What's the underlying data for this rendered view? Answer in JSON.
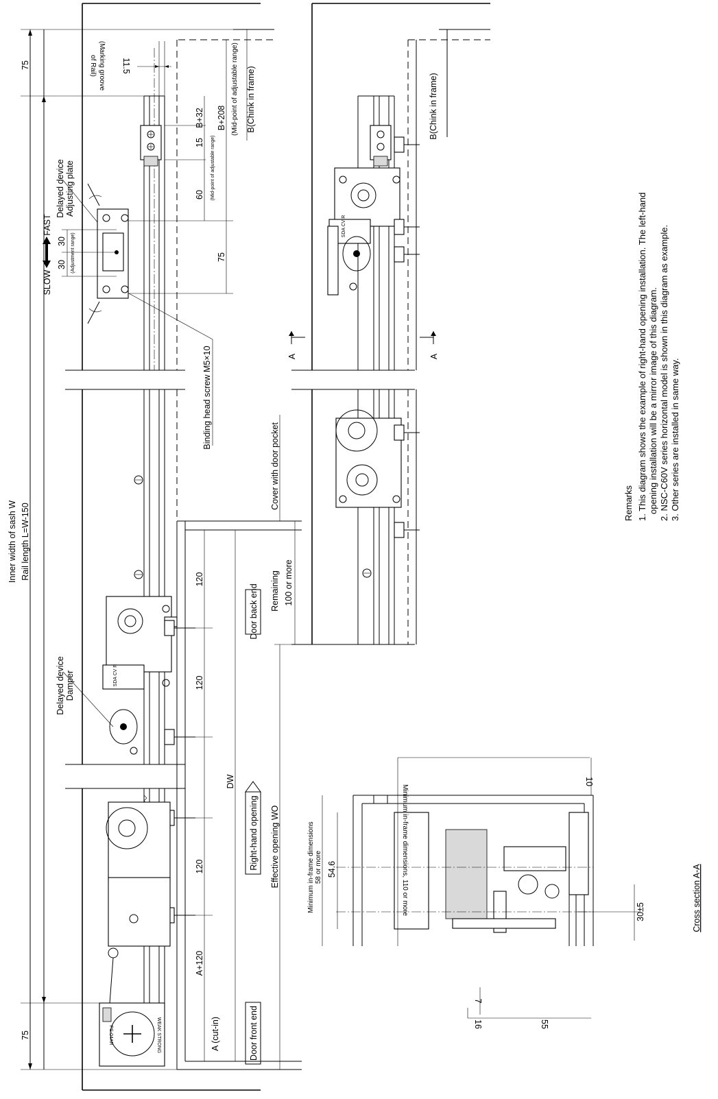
{
  "labels": {
    "inner_width": "Inner width of sash W",
    "rail_length": "Rail length L=W-150",
    "dim_75": "75",
    "marking_groove_1": "(Marking groove",
    "marking_groove_2": "of Rail)",
    "dim_11_5": "11.5",
    "delayed_device_1": "Delayed device",
    "adjusting_plate": "Adjusting plate",
    "slow": "SLOW",
    "fast": "FAST",
    "dim_30": "30",
    "adjustment_range": "(Adjustment range)",
    "dim_b32": "B+32",
    "dim_15": "15",
    "dim_b208": "B+208",
    "mid_point_range": "(Mid-point of adjustable range)",
    "chink_in_frame": "B(Chink in frame)",
    "dim_60": "60",
    "binding_head_screw": "Binding head screw M5×10",
    "cover_with_door_pocket": "Cover with door pocket",
    "delayed_device_2": "Delayed device",
    "damper": "Damper",
    "dim_120": "120",
    "door_back_end": "Door back end",
    "remaining": "Remaining",
    "hundred_or_more": "100 or more",
    "dw": "DW",
    "right_hand_opening": "Right-hand opening",
    "effective_opening": "Effective opening WO",
    "a_plus_120": "A+120",
    "a_cut_in": "A (cut-in)",
    "door_front_end": "Door front end",
    "section_a": "A",
    "ps04ar": "PS-04AR",
    "weak_strong": "WEAK STRONG",
    "sda_cv_r": "SDA CV R",
    "min_inframe_title": "Minimum in-frame dimensions",
    "min_inframe_58": "58 or more",
    "dim_54_6": "54.6",
    "min_inframe_110": "Minimum in-frame dimensions, 110 or more",
    "dim_10": "10",
    "dim_30pm5": "30±5",
    "dim_7": "7",
    "dim_16": "16",
    "dim_55": "55",
    "cross_section": "Cross section A-A"
  },
  "remarks": {
    "title": "Remarks",
    "line1": "1. This diagram shows the example of right-hand opening installation. The left-hand",
    "line1b": "opening installation will be a mirror image of this diagram.",
    "line2": "2. NSC-C60V series horizontal model is shown in this diagram as example.",
    "line3": "3. Other series are installed in same way."
  }
}
